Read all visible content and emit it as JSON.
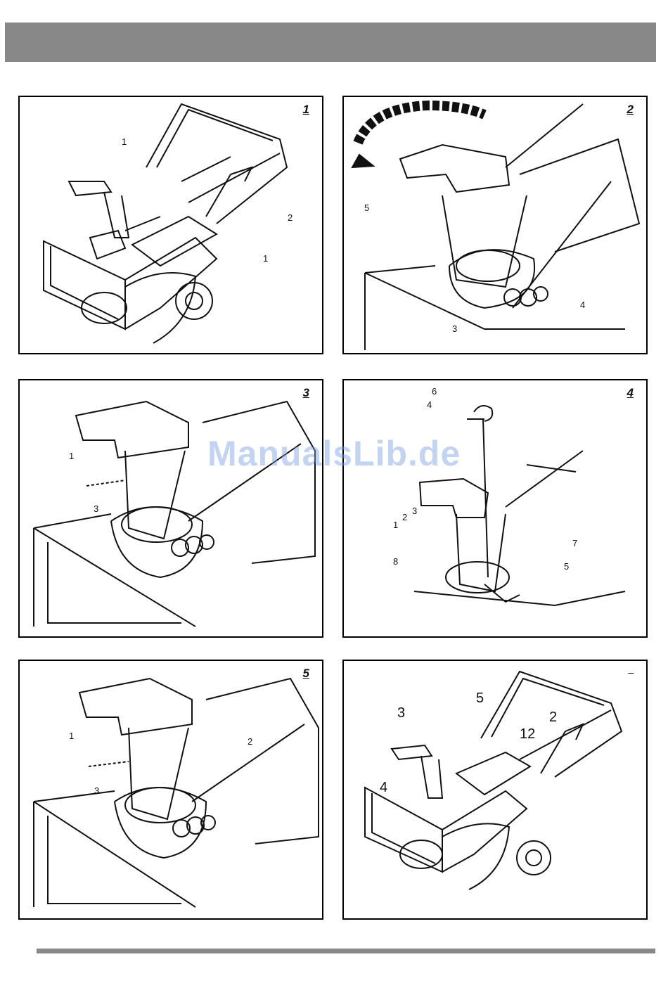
{
  "colors": {
    "bar": "#888888",
    "line": "#111111",
    "watermark": "#78a0e1"
  },
  "watermark": "ManualsLib.de",
  "figures": [
    {
      "number": "1",
      "callouts": [
        "1",
        "2",
        "1"
      ]
    },
    {
      "number": "2",
      "callouts": [
        "5",
        "4",
        "3"
      ]
    },
    {
      "number": "3",
      "callouts": [
        "1",
        "3"
      ]
    },
    {
      "number": "4",
      "callouts": [
        "6",
        "4",
        "3",
        "2",
        "1",
        "8",
        "7",
        "5"
      ]
    },
    {
      "number": "5",
      "callouts": [
        "1",
        "2",
        "3"
      ]
    },
    {
      "number": "–",
      "callouts": [
        "5",
        "3",
        "2",
        "12",
        "4"
      ]
    }
  ]
}
